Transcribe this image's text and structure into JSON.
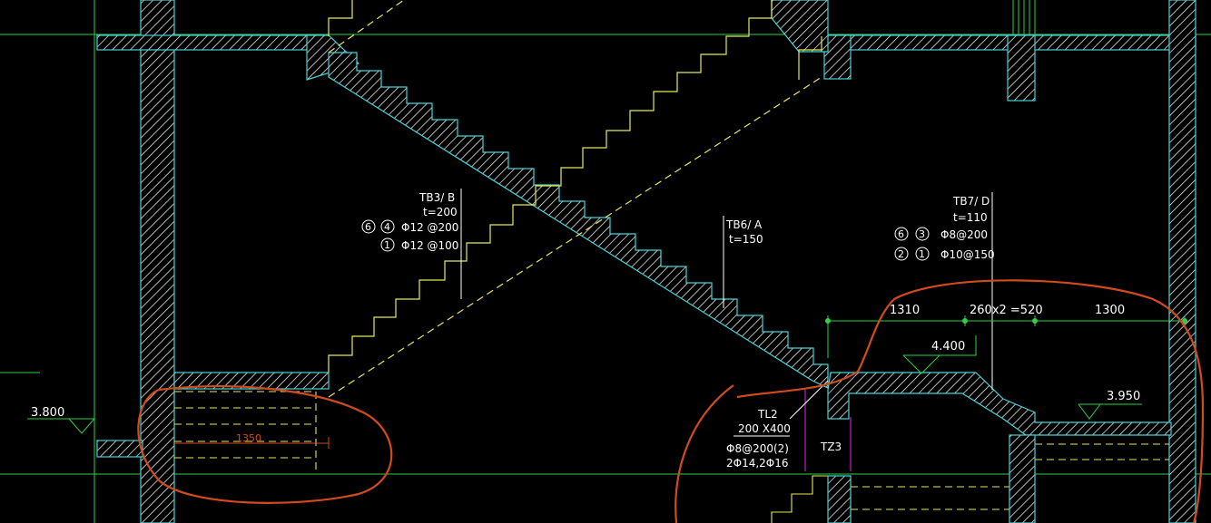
{
  "drawing": {
    "background": "#000000",
    "colors": {
      "wall_outline": "#46d3d8",
      "grid_line": "#2fd04a",
      "stair_line": "#e8e85a",
      "dim_line": "#2fd04a",
      "markup": "#d24b1e",
      "column_line": "#c020c0",
      "text": "#ffffff"
    },
    "elevations": {
      "left": "3.800",
      "mid": "4.400",
      "right": "3.950"
    },
    "annotations": {
      "tb3": {
        "name": "TB3/ B",
        "t": "t=200",
        "c1a": "6",
        "c1b": "4",
        "r1": "Φ12 @200",
        "c2": "1",
        "r2": "Φ12 @100"
      },
      "tb6": {
        "name": "TB6/ A",
        "t": "t=150"
      },
      "tb7": {
        "name": "TB7/ D",
        "t": "t=110",
        "c1a": "6",
        "c1b": "3",
        "r1": "Φ8@200",
        "c2a": "2",
        "c2b": "1",
        "r2": "Φ10@150"
      },
      "tl2": {
        "name": "TL2",
        "size": "200 X400",
        "r1": "Φ8@200(2)",
        "r2": "2Φ14,2Φ16"
      },
      "tz3": {
        "name": "TZ3"
      }
    },
    "dimensions": {
      "d1": "1310",
      "d2": "260x2 =520",
      "d3": "1300",
      "red_dim": "1350"
    }
  }
}
